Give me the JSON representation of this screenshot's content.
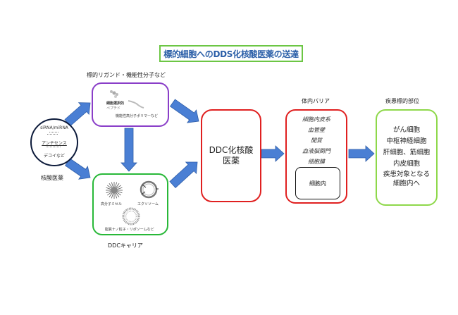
{
  "title": "標的細胞へのDDS化核酸医薬の送達",
  "colors": {
    "arrow_fill": "#4a7fd4",
    "arrow_stroke": "#2f5ea8",
    "title_text": "#2b5fa8",
    "title_border": "#6cc644",
    "ligand_border": "#8a3ec8",
    "carrier_border": "#28b838",
    "ddc_border": "#e02020",
    "target_border": "#8ed84a"
  },
  "nucleic_acid": {
    "label": "核酸医薬",
    "items": [
      "siRNA/miRNA",
      "アンチセンス",
      "デコイなど"
    ]
  },
  "ligand": {
    "label": "標的リガンド・機能性分子など",
    "items": [
      "細胞選択的",
      "ペプチド",
      "機能性高分子ポリマーなど"
    ]
  },
  "carrier": {
    "label": "DDCキャリア",
    "items": [
      "高分子ミセル",
      "エクソソーム",
      "脂質ナノ粒子・リポソームなど"
    ]
  },
  "ddc": {
    "lines": [
      "DDC化核酸",
      "医薬"
    ]
  },
  "barrier": {
    "label": "体内バリア",
    "items": [
      "細胞内皮系",
      "血管壁",
      "間質",
      "血液脳関門",
      "細胞膜"
    ],
    "inner": "細胞内"
  },
  "target": {
    "label": "疾患標的部位",
    "items": [
      "がん細胞",
      "中枢神経細胞",
      "肝細胞、筋細胞",
      "内皮細胞",
      "疾患対象となる",
      "細胞内へ"
    ]
  }
}
